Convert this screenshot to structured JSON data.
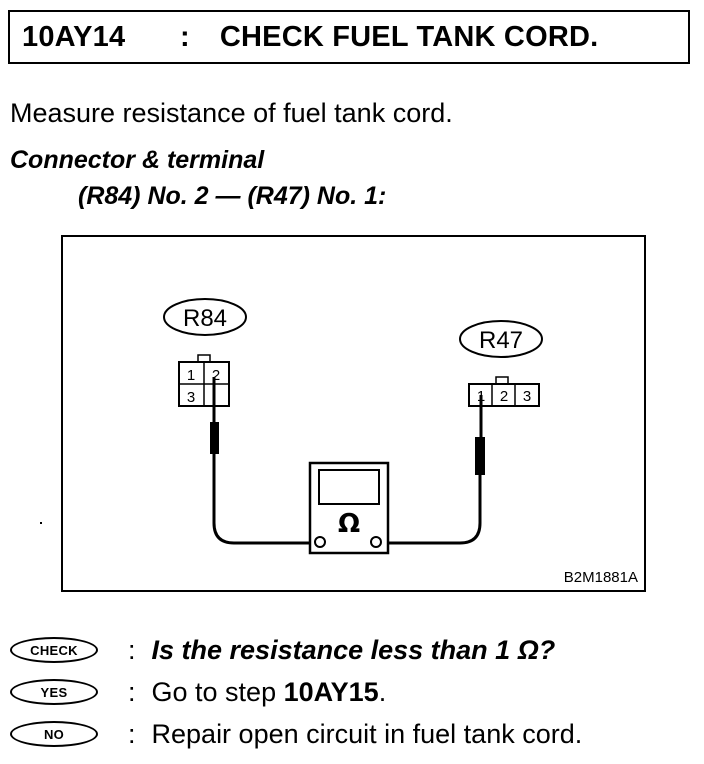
{
  "header": {
    "code": "10AY14",
    "separator": ":",
    "title": "CHECK FUEL TANK CORD."
  },
  "intro": "Measure resistance of fuel tank cord.",
  "connector": {
    "heading": "Connector & terminal",
    "terminals": "(R84) No. 2 — (R47) No. 1:"
  },
  "diagram": {
    "left_connector": "R84",
    "right_connector": "R47",
    "left_pins": [
      "1",
      "2",
      "3",
      ""
    ],
    "right_pins": [
      "1",
      "2",
      "3"
    ],
    "meter_symbol": "Ω",
    "figure_id": "B2M1881A"
  },
  "answers": {
    "check": {
      "badge": "CHECK",
      "colon": ":",
      "text": "Is the resistance less than 1 Ω?"
    },
    "yes": {
      "badge": "YES",
      "colon": ":",
      "text_prefix": "Go to step ",
      "step": "10AY15",
      "text_suffix": "."
    },
    "no": {
      "badge": "NO",
      "colon": ":",
      "text": "Repair open circuit in fuel tank cord."
    }
  }
}
